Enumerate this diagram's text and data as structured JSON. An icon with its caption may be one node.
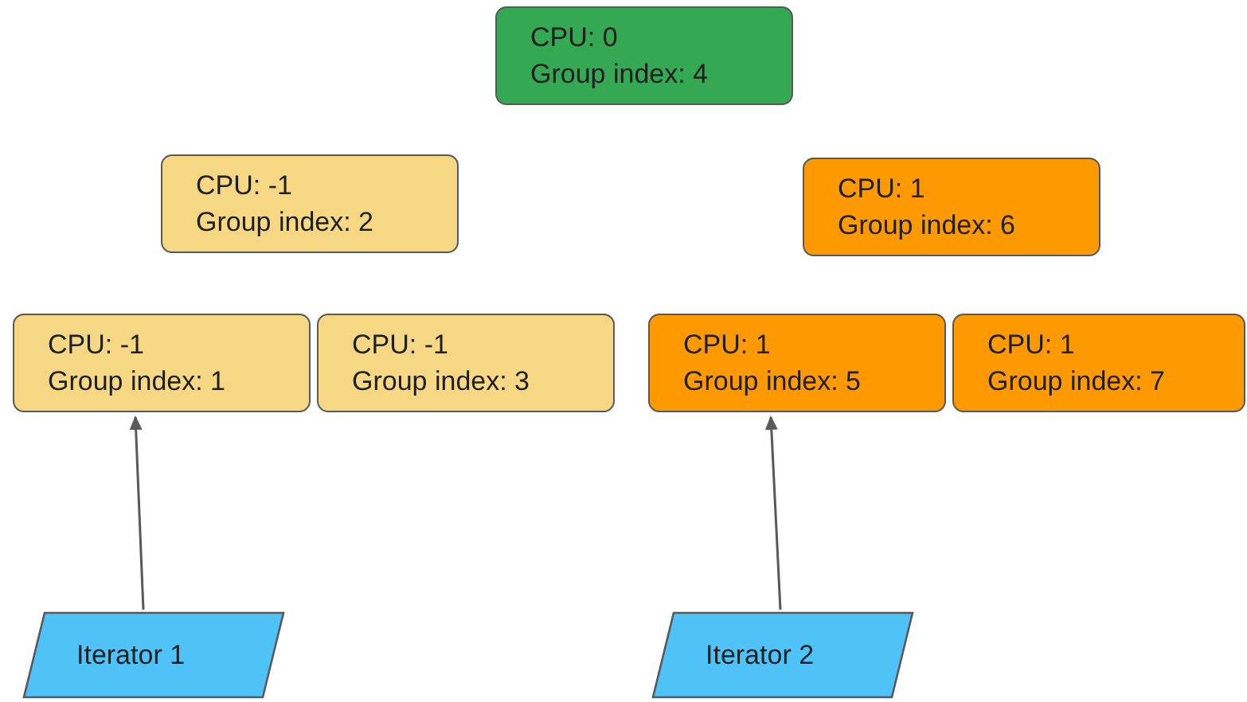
{
  "diagram": {
    "nodes": [
      {
        "text": [
          "CPU: 0",
          "Group index: 4"
        ]
      },
      {
        "text": [
          "CPU: -1",
          "Group index: 2"
        ]
      },
      {
        "text": [
          "CPU: 1",
          "Group index: 6"
        ]
      },
      {
        "text": [
          "CPU: -1",
          "Group index: 1"
        ]
      },
      {
        "text": [
          "CPU: -1",
          "Group index: 3"
        ]
      },
      {
        "text": [
          "CPU: 1",
          "Group index: 5"
        ]
      },
      {
        "text": [
          "CPU: 1",
          "Group index: 7"
        ]
      },
      {
        "text": [
          "Iterator 1"
        ]
      },
      {
        "text": [
          "Iterator 2"
        ]
      }
    ],
    "edges": [
      {
        "from": 7,
        "to": 3,
        "arrow": "to"
      },
      {
        "from": 8,
        "to": 5,
        "arrow": "to"
      }
    ]
  }
}
